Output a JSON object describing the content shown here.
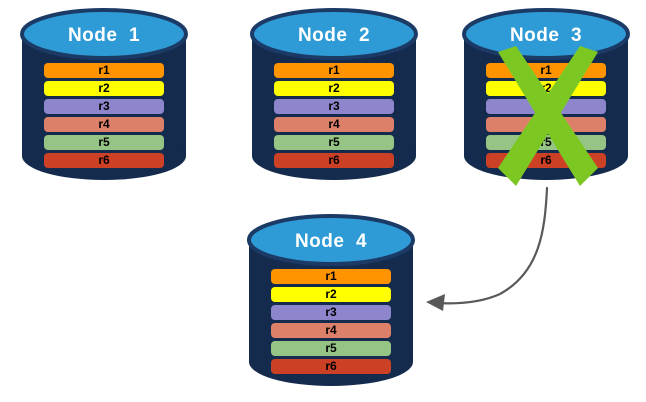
{
  "diagram": {
    "title_text_color": "#ffffff",
    "palette": {
      "cylinder_body": "#152B4E",
      "cylinder_top": "#2E9BD6",
      "cylinder_top_edge": "#1B3B66",
      "x_mark_green": "#7DC723",
      "arrow_gray": "#595959",
      "background": "#ffffff"
    },
    "row_labels": [
      "r1",
      "r2",
      "r3",
      "r4",
      "r5",
      "r6"
    ],
    "row_colors": [
      "#FF9400",
      "#FFFF00",
      "#8D86CC",
      "#DD8069",
      "#96C484",
      "#CC4026"
    ],
    "nodes": [
      {
        "id": "node-1",
        "title": "Node  1",
        "failed": false,
        "rows": [
          {
            "label": "r1",
            "color": "#FF9400"
          },
          {
            "label": "r2",
            "color": "#FFFF00"
          },
          {
            "label": "r3",
            "color": "#8D86CC"
          },
          {
            "label": "r4",
            "color": "#DD8069"
          },
          {
            "label": "r5",
            "color": "#96C484"
          },
          {
            "label": "r6",
            "color": "#CC4026"
          }
        ]
      },
      {
        "id": "node-2",
        "title": "Node  2",
        "failed": false,
        "rows": [
          {
            "label": "r1",
            "color": "#FF9400"
          },
          {
            "label": "r2",
            "color": "#FFFF00"
          },
          {
            "label": "r3",
            "color": "#8D86CC"
          },
          {
            "label": "r4",
            "color": "#DD8069"
          },
          {
            "label": "r5",
            "color": "#96C484"
          },
          {
            "label": "r6",
            "color": "#CC4026"
          }
        ]
      },
      {
        "id": "node-3",
        "title": "Node  3",
        "failed": true,
        "failure_marker": "x-cross",
        "rows": [
          {
            "label": "r1",
            "color": "#FF9400"
          },
          {
            "label": "r2",
            "color": "#FFFF00"
          },
          {
            "label": "r3",
            "color": "#8D86CC"
          },
          {
            "label": "r4",
            "color": "#DD8069"
          },
          {
            "label": "r5",
            "color": "#96C484"
          },
          {
            "label": "r6",
            "color": "#CC4026"
          }
        ]
      },
      {
        "id": "node-4",
        "title": "Node  4",
        "failed": false,
        "rows": [
          {
            "label": "r1",
            "color": "#FF9400"
          },
          {
            "label": "r2",
            "color": "#FFFF00"
          },
          {
            "label": "r3",
            "color": "#8D86CC"
          },
          {
            "label": "r4",
            "color": "#DD8069"
          },
          {
            "label": "r5",
            "color": "#96C484"
          },
          {
            "label": "r6",
            "color": "#CC4026"
          }
        ]
      }
    ],
    "arrow": {
      "label": "",
      "from_node": "node-3",
      "to_node": "node-4",
      "style": "curved-single-head"
    }
  }
}
